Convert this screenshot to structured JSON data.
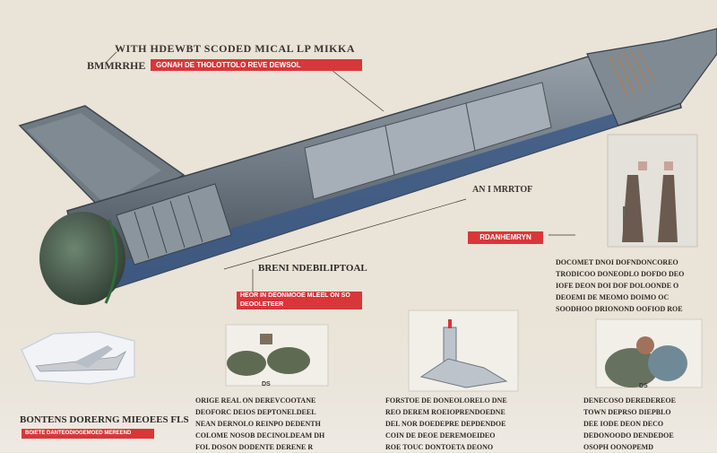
{
  "header": {
    "title": "WITH HDEWBT SCODED MICAL LP MIKKA",
    "subtitle": "BMMRRHE",
    "red_label": "GONAH DE THOLOTTOLO REVE DEWSOL"
  },
  "annotations": {
    "section_a": "AN I MRRTOF",
    "red_tag_a": "RDANHEMRYN",
    "section_b": "BRENI NDEBILIPTOAL",
    "red_tag_b": "HEOR IN DEONMOOE MLEEL ON SO DEOOLETEER",
    "right_para": "DOCOMET DNOI DOFNDONCOREO\nTRODICOO DONEODLO DOFDO DEO\nIOFE DEON DOI DOF DOLOONDE O\nDEOEMI DE MEOMO DOIMO OC\nSOODHOO DRIONOND OOFIOD ROE"
  },
  "panels": {
    "p1_text": "ORIGE REAL ON DEREVCOOTANE\nDEOFORC DEIOS DEPTONELDEEL\nNEAN DERNOLO REINPO DEDENTH\nCOLOME NOSOB DECINOLDEAM DH\nFOL DOSON DODENTE DERENE R",
    "p2_text": "FORSTOE DE DONEOLORELO DNE\nREO DEREM ROEIOPRENDOEDNE\nDEL NOR DOEDEPRE DEPDENDOE\nCOIN DE DEOE DEREMOEIDEO\nROE TOUC DONTOETA DEONO",
    "p3_text": "DENECOSO DEREDEREOE\nTOWN DEPRSO DIEPBLO\nDEE IODE DEON DECO\nDEDONOODO DENDEDOE\nOSOPH OONOPEMD"
  },
  "bottom_left": {
    "title": "BONTENS DORERNG MIEOEES FLS",
    "red_label": "BOIETE DANTEODIOGEMOED MEREEND"
  },
  "small": {
    "tag_a": "DS",
    "tag_b": "DS"
  },
  "colors": {
    "accent_red": "#d9363a",
    "background": "#e9e3d8",
    "body": "#5c6670"
  }
}
